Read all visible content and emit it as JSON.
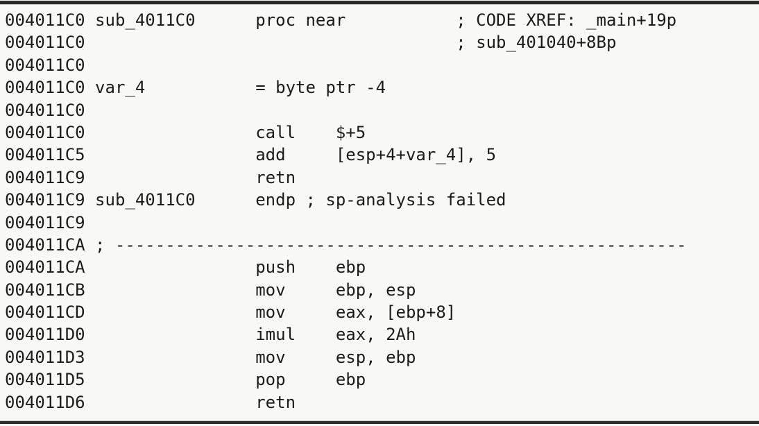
{
  "colors": {
    "background": "#f8f8f6",
    "text": "#1b1b1b",
    "rule": "#2e2d2b"
  },
  "figure": {
    "kind": "disassembly-listing",
    "lines": [
      "004011C0 sub_4011C0      proc near           ; CODE XREF: _main+19p",
      "004011C0                                     ; sub_401040+8Bp",
      "004011C0",
      "004011C0 var_4           = byte ptr -4",
      "004011C0",
      "004011C0                 call    $+5",
      "004011C5                 add     [esp+4+var_4], 5",
      "004011C9                 retn",
      "004011C9 sub_4011C0      endp ; sp-analysis failed",
      "004011C9",
      "004011CA ; ---------------------------------------------------------",
      "004011CA                 push    ebp",
      "004011CB                 mov     ebp, esp",
      "004011CD                 mov     eax, [ebp+8]",
      "004011D0                 imul    eax, 2Ah",
      "004011D3                 mov     esp, ebp",
      "004011D5                 pop     ebp",
      "004011D6                 retn"
    ]
  }
}
